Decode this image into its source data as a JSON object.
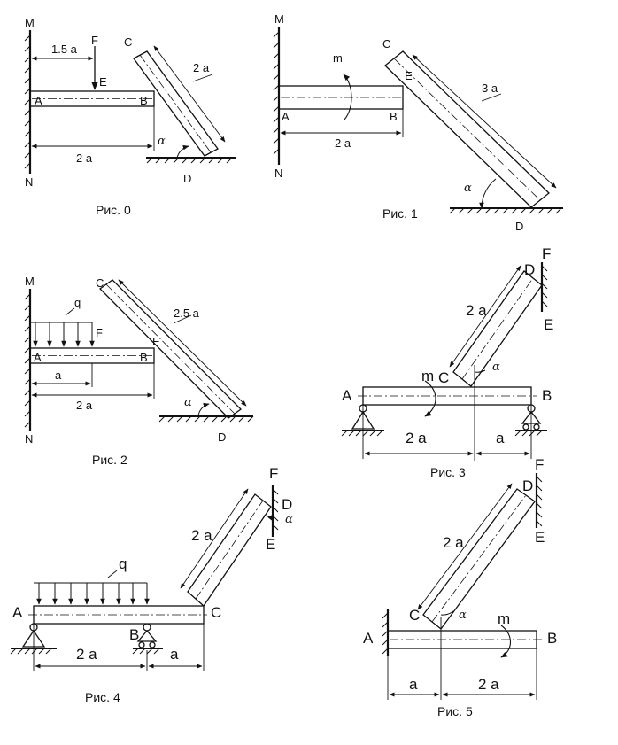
{
  "figures": [
    {
      "caption": "Рис. 0",
      "labels": {
        "M": "M",
        "N": "N",
        "A": "A",
        "B": "B",
        "C": "C",
        "D": "D",
        "E": "E",
        "F": "F"
      },
      "dims": {
        "ae": "1.5 a",
        "ab": "2 a",
        "cd": "2 a"
      },
      "alpha": "α"
    },
    {
      "caption": "Рис. 1",
      "labels": {
        "M": "M",
        "N": "N",
        "A": "A",
        "B": "B",
        "C": "C",
        "D": "D",
        "E": "E",
        "m": "m"
      },
      "dims": {
        "ab": "2 a",
        "cd": "3 a"
      },
      "alpha": "α"
    },
    {
      "caption": "Рис. 2",
      "labels": {
        "M": "M",
        "N": "N",
        "A": "A",
        "B": "B",
        "C": "C",
        "D": "D",
        "E": "E",
        "F": "F",
        "q": "q"
      },
      "dims": {
        "a": "a",
        "ab": "2 a",
        "cd": "2.5 a"
      },
      "alpha": "α"
    },
    {
      "caption": "Рис. 3",
      "labels": {
        "A": "A",
        "B": "B",
        "C": "C",
        "D": "D",
        "E": "E",
        "F": "F",
        "m": "m"
      },
      "dims": {
        "ac": "2 a",
        "cb": "a",
        "cd": "2 a"
      },
      "alpha": "α"
    },
    {
      "caption": "Рис. 4",
      "labels": {
        "A": "A",
        "B": "B",
        "C": "C",
        "D": "D",
        "E": "E",
        "F": "F",
        "q": "q"
      },
      "dims": {
        "ab": "2 a",
        "bc": "a",
        "cd": "2 a"
      },
      "alpha": "α"
    },
    {
      "caption": "Рис. 5",
      "labels": {
        "A": "A",
        "B": "B",
        "C": "C",
        "D": "D",
        "E": "E",
        "F": "F",
        "m": "m"
      },
      "dims": {
        "ac": "a",
        "cb": "2 a",
        "cd": "2 a"
      },
      "alpha": "α"
    }
  ]
}
